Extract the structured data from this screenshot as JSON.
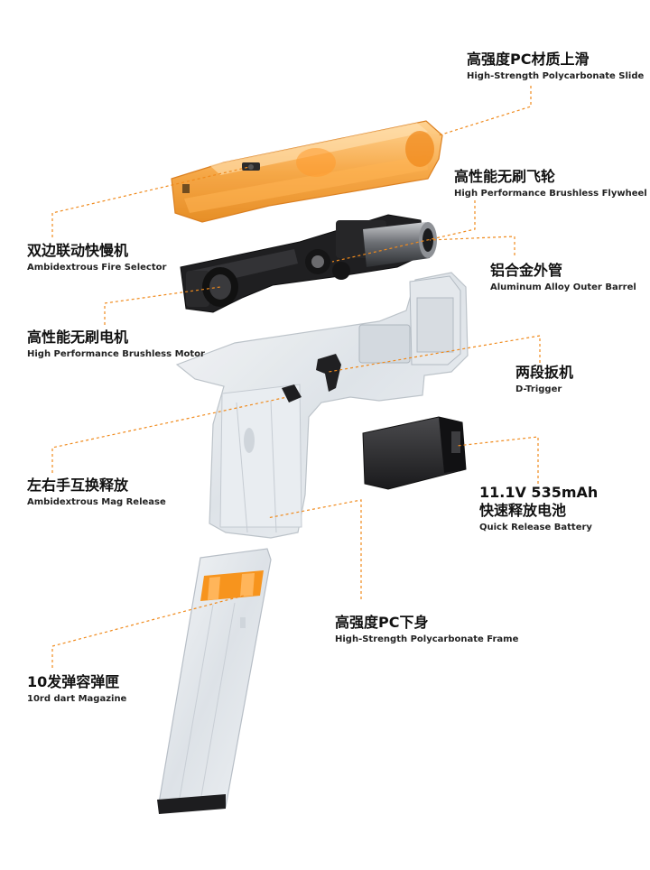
{
  "labels": {
    "slide": {
      "cn": "高强度PC材质上滑",
      "en": "High-Strength Polycarbonate Slide"
    },
    "flywheel": {
      "cn": "高性能无刷飞轮",
      "en": "High Performance Brushless Flywheel"
    },
    "selector": {
      "cn": "双边联动快慢机",
      "en": "Ambidextrous Fire Selector"
    },
    "barrel": {
      "cn": "铝合金外管",
      "en": "Aluminum Alloy  Outer Barrel"
    },
    "motor": {
      "cn": "高性能无刷电机",
      "en": "High Performance Brushless Motor"
    },
    "trigger": {
      "cn": "两段扳机",
      "en": "D-Trigger"
    },
    "magrelease": {
      "cn": "左右手互换释放",
      "en": "Ambidextrous Mag Release"
    },
    "battery": {
      "cn1": "11.1V  535mAh",
      "cn2": "快速释放电池",
      "en": "Quick Release Battery"
    },
    "frame": {
      "cn": "高强度PC下身",
      "en": "High-Strength Polycarbonate Frame"
    },
    "magazine": {
      "cn": "10发弹容弹匣",
      "en": "10rd dart Magazine"
    }
  },
  "colors": {
    "accent": "#f08a1c",
    "slide": "#f6a23a",
    "clear_part": "#dfe4ea",
    "dark_part": "#1c1c1e",
    "battery": "#2a2a2c",
    "mag_follower": "#f7941d"
  }
}
